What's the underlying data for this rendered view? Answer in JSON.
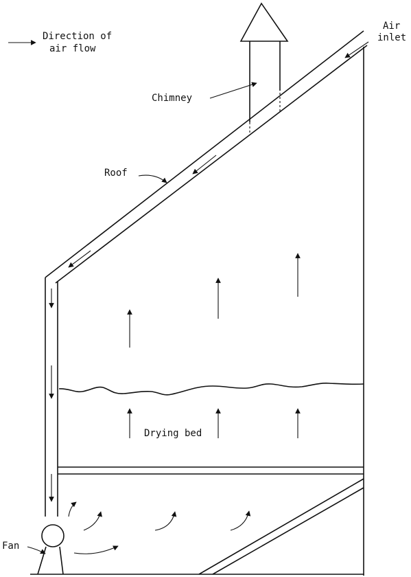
{
  "legend": {
    "line1": "Direction of",
    "line2": "air flow"
  },
  "labels": {
    "air_inlet_1": "Air",
    "air_inlet_2": "inlet",
    "chimney": "Chimney",
    "roof": "Roof",
    "drying_bed": "Drying bed",
    "fan": "Fan"
  },
  "colors": {
    "ink": "#111111",
    "paper": "#ffffff"
  }
}
